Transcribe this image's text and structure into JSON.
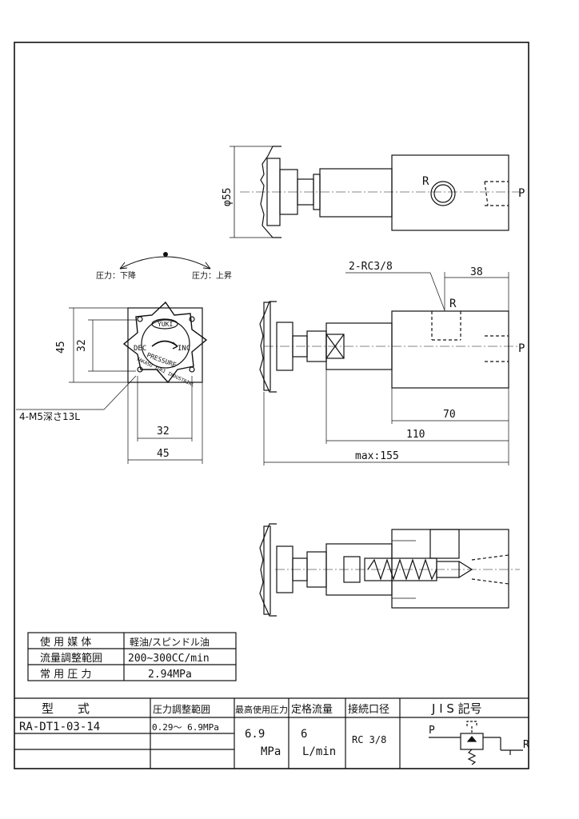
{
  "drawing": {
    "top_view": {
      "dia_label": "φ55",
      "port_r": "R",
      "port_p": "P"
    },
    "front_view": {
      "pressure_down": "圧力：下降",
      "pressure_up": "圧力：上昇",
      "knob_logo": "YUKI",
      "knob_dec": "DEC",
      "knob_inc": "INC",
      "knob_word1": "PRESSURE",
      "knob_word2": "TAKASU YUKI INDUSTRIAL",
      "dim_45_h": "45",
      "dim_32_h": "32",
      "dim_32_w": "32",
      "dim_45_w": "45",
      "tapped_holes": "4-M5深さ13L"
    },
    "side_view": {
      "rc_label": "2-RC3/8",
      "dim_38": "38",
      "port_r": "R",
      "port_p": "P",
      "dim_70": "70",
      "dim_110": "110",
      "dim_155": "max:155"
    }
  },
  "spec_table": {
    "rows": [
      {
        "label": "使 用 媒 体",
        "value": "軽油/スピンドル油"
      },
      {
        "label": "流量調整範囲",
        "value": "200~300CC/min"
      },
      {
        "label": "常 用 圧 力",
        "value": "2.94MPa"
      }
    ]
  },
  "model_table": {
    "headers": [
      "型　　式",
      "圧力調整範囲",
      "最高使用圧力",
      "定格流量",
      "接続口径",
      "J I S  記号"
    ],
    "model": "RA-DT1-03-14",
    "pressure_range": "0.29～ 6.9MPa",
    "max_pressure_val": "6.9",
    "max_pressure_unit": "MPa",
    "rated_flow_val": "6",
    "rated_flow_unit": "L/min",
    "connection": "RC 3/8",
    "jis_p": "P",
    "jis_r": "R"
  }
}
